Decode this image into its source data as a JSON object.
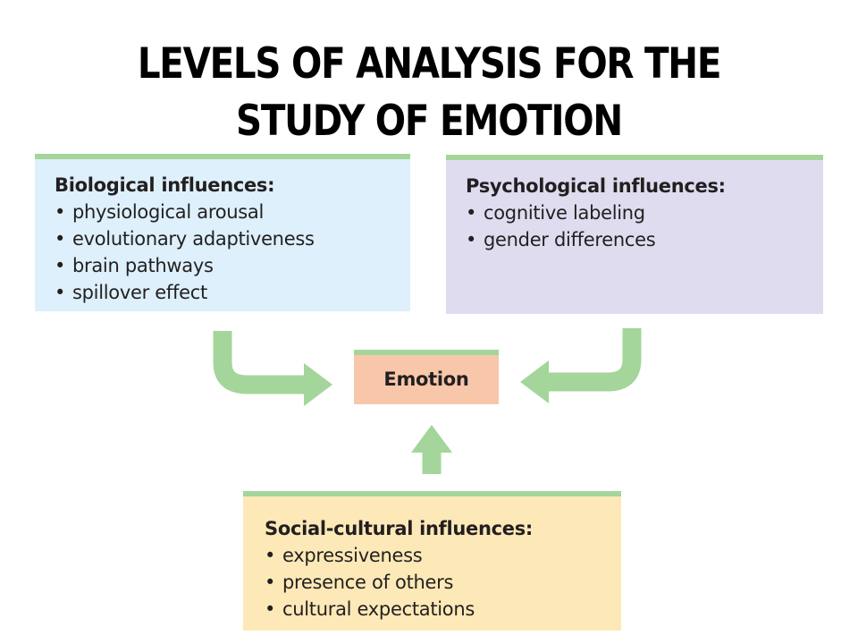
{
  "title": {
    "line1": "LEVELS OF ANALYSIS FOR THE",
    "line2": "STUDY OF EMOTION"
  },
  "biological": {
    "heading": "Biological influences:",
    "items": [
      "physiological arousal",
      "evolutionary adaptiveness",
      "brain pathways",
      "spillover effect"
    ]
  },
  "psychological": {
    "heading": "Psychological influences:",
    "items": [
      "cognitive labeling",
      "gender differences"
    ]
  },
  "social_cultural": {
    "heading": "Social-cultural influences:",
    "items": [
      "expressiveness",
      "presence of others",
      "cultural expectations"
    ]
  },
  "center": {
    "label": "Emotion"
  },
  "bullet_char": "•",
  "colors": {
    "accent_green": "#a4d59a",
    "biological_bg": "#ddf0fb",
    "psychological_bg": "#dfdcf0",
    "social_cultural_bg": "#fde9b7",
    "emotion_bg": "#f8c7aa",
    "text": "#231f20"
  }
}
